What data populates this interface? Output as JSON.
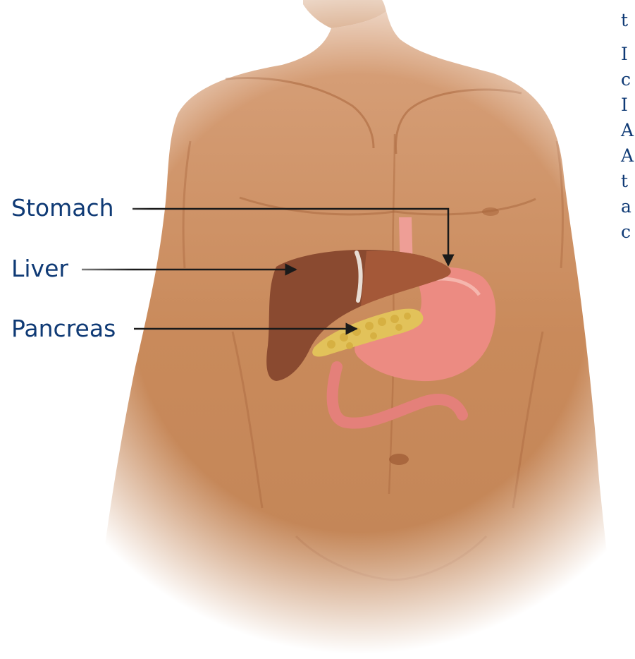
{
  "labels": {
    "stomach": "Stomach",
    "liver": "Liver",
    "pancreas": "Pancreas"
  },
  "cropped_text": [
    "t",
    "I",
    "c",
    "I",
    "A",
    "A",
    "t",
    "a",
    "c"
  ],
  "colors": {
    "label_text": "#0f3a75",
    "skin": "#c98a5b",
    "liver": "#8a4a30",
    "stomach": "#ec8b82",
    "pancreas": "#e2c25a",
    "arrow": "#1a1a1a"
  }
}
